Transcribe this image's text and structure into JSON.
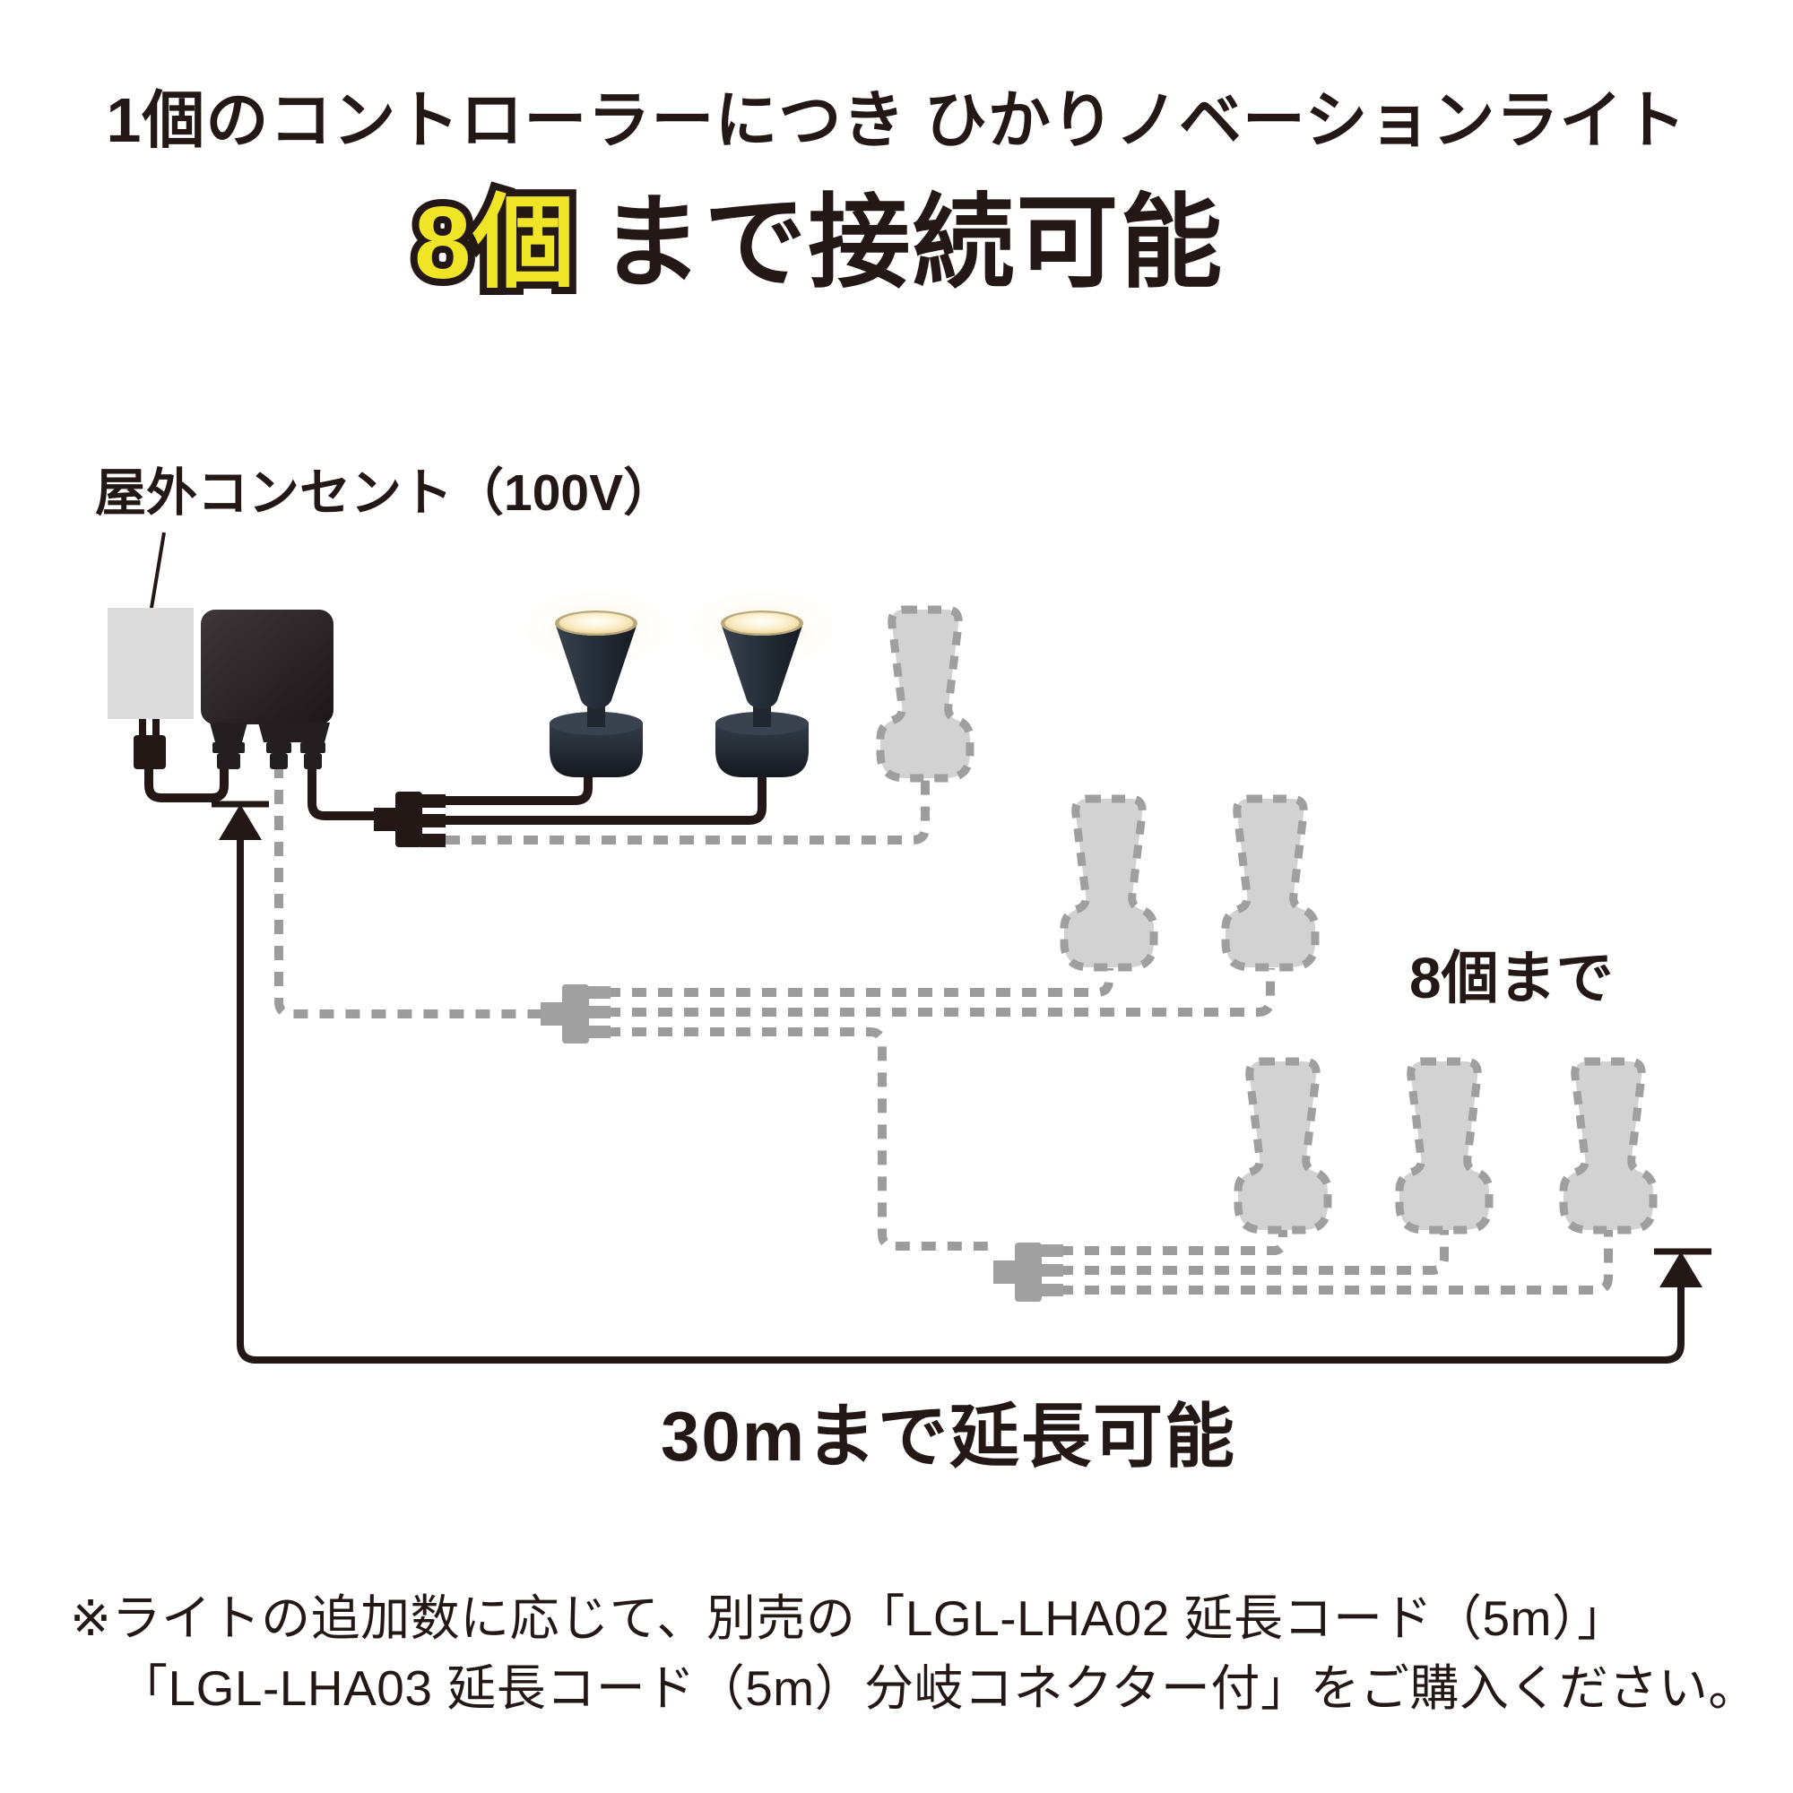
{
  "title": {
    "line1": "1個のコントローラーにつき ひかりノベーションライト",
    "highlight": "8個",
    "line2_rest": "まで接続可能"
  },
  "diagram": {
    "outlet_label": "屋外コンセント（100V）",
    "max_lights_label": "8個まで",
    "extension_label": "30mまで延長可能",
    "lit_light_count": 2,
    "ghost_light_count": 6,
    "splitter_count": 3
  },
  "note": {
    "line1": "※ライトの追加数に応じて、別売の「LGL-LHA02 延長コード（5m）」",
    "line2": "「LGL-LHA03 延長コード（5m）分岐コネクター付」をご購入ください。"
  },
  "colors": {
    "text_black": "#231815",
    "highlight_yellow": "#f0e426",
    "outlet_gray": "#dcdcdc",
    "controller_dark": "#2a2326",
    "wire_black": "#231815",
    "wire_gray": "#9c9c9c",
    "ghost_fill": "#d2d2d2",
    "ghost_outline": "#9f9f9f",
    "glow_warm": "#fdf3d4"
  }
}
